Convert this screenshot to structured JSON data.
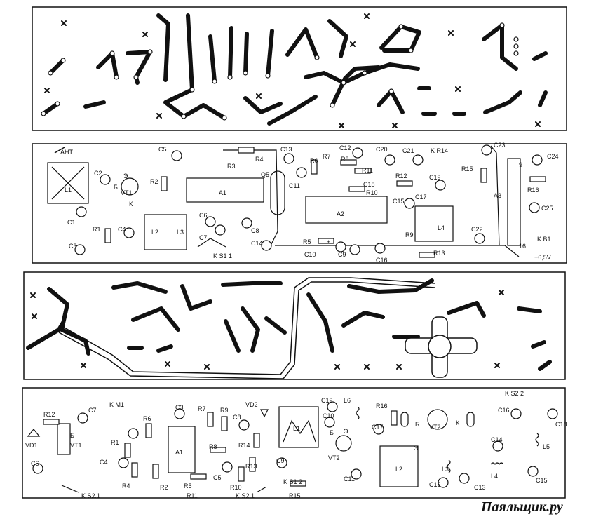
{
  "watermark": "Паяльщик.ру",
  "panel2": {
    "labels": [
      "АНТ",
      "L1",
      "C2",
      "Б",
      "Э",
      "VT1",
      "К",
      "C1",
      "R1",
      "C3",
      "C4",
      "C5",
      "R2",
      "R3",
      "R4",
      "A1",
      "Q5",
      "C6",
      "C7",
      "C8",
      "L2",
      "L3",
      "K S1 1",
      "C13",
      "C11",
      "R6",
      "R7",
      "C12",
      "R8",
      "R11",
      "C20",
      "C18",
      "R10",
      "R12",
      "C21",
      "K R14",
      "C23",
      "C24",
      "R15",
      "C19",
      "C17",
      "C15",
      "A2",
      "R9",
      "L4",
      "R5",
      "+",
      "C14",
      "C10",
      "C9",
      "C16",
      "R13",
      "A3",
      "9",
      "16",
      "R16",
      "C25",
      "K B1",
      "C22",
      "+6,5V"
    ]
  },
  "panel4": {
    "labels": [
      "R12",
      "C7",
      "K M1",
      "C3",
      "R7",
      "R9",
      "VD2",
      "C19",
      "L6",
      "R16",
      "K S2 2",
      "VD1",
      "Б",
      "VT1",
      "R6",
      "C8",
      "L1",
      "C10",
      "Б",
      "Э",
      "VT2",
      "C17",
      "Б",
      "VT2",
      "К",
      "C16",
      "C18",
      "R1",
      "A1",
      "R8",
      "R14",
      "C14",
      "L5",
      "C6",
      "C4",
      "R4",
      "R2",
      "R5",
      "C5",
      "R13",
      "C9",
      "K S1 2",
      "C11",
      "Э",
      "L2",
      "L3",
      "L4",
      "C12",
      "C13",
      "C15",
      "K S2.1",
      "R11",
      "R10",
      "K S2.1",
      "R15"
    ]
  }
}
